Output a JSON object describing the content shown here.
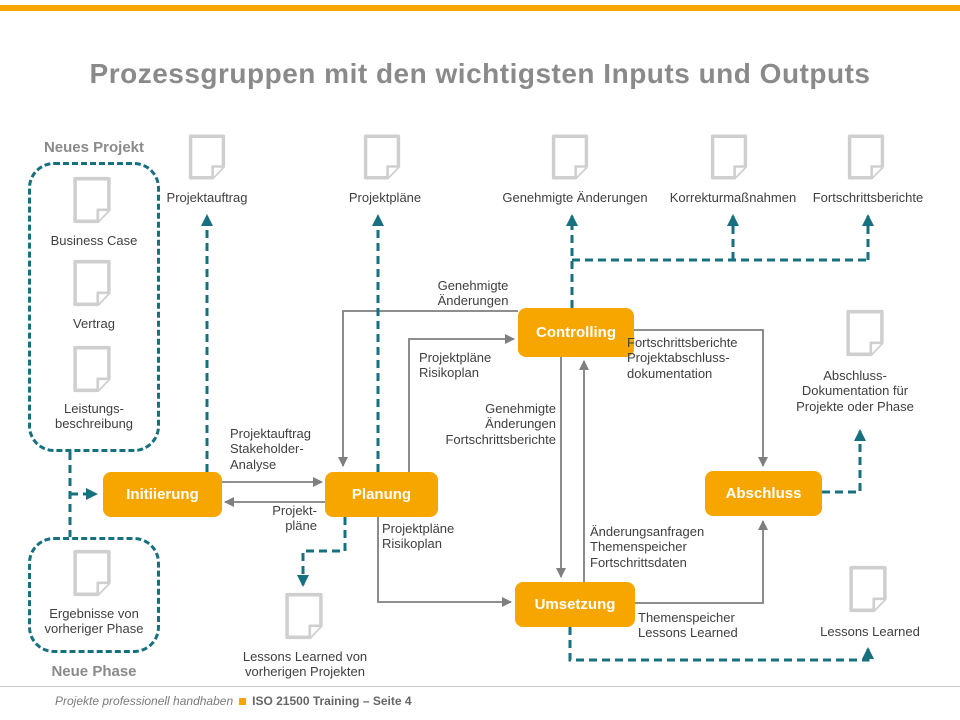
{
  "title": "Prozessgruppen mit den wichtigsten Inputs und Outputs",
  "colors": {
    "accent_orange": "#F7A600",
    "teal": "#17707F",
    "line_gray": "#7F7F7F",
    "text_dark": "#3F3F3F",
    "title_gray": "#8A8A8A",
    "doc_border": "#CFCFCF"
  },
  "process_boxes": {
    "initiierung": "Initiierung",
    "planung": "Planung",
    "controlling": "Controlling",
    "umsetzung": "Umsetzung",
    "abschluss": "Abschluss"
  },
  "groups": {
    "neues_projekt": {
      "title": "Neues Projekt",
      "docs": [
        "Business Case",
        "Vertrag",
        "Leistungs-\nbeschreibung"
      ]
    },
    "neue_phase": {
      "title": "Neue Phase",
      "doc": "Ergebnisse von\nvorheriger  Phase"
    }
  },
  "top_documents": [
    "Projektauftrag",
    "Projektpläne",
    "Genehmigte  Änderungen",
    "Korrekturmaßnahmen",
    "Fortschrittsberichte"
  ],
  "flow_labels": {
    "init_to_plan": "Projektauftrag\nStakeholder-\nAnalyse",
    "plan_to_init": "Projekt-\npläne",
    "ctrl_to_plan": "Genehmigte\nÄnderungen",
    "plan_to_ctrl": "Projektpläne\nRisikoplan",
    "plan_to_ums": "Projektpläne\nRisikoplan",
    "ctrl_to_ums": "Genehmigte\nÄnderungen\nFortschrittsberichte",
    "ums_to_ctrl": "Änderungsanfragen\nThemenspeicher\nFortschrittsdaten",
    "ctrl_to_absch": "Fortschrittsberichte\nProjektabschluss-\ndokumentation",
    "ums_to_absch": "Themenspeicher\nLessons Learned"
  },
  "side_documents": {
    "abschluss_doku": "Abschluss-\nDokumentation für\nProjekte oder Phase",
    "lessons_learned": "Lessons Learned",
    "lessons_learned_prev": "Lessons Learned  von\nvorherigen  Projekten"
  },
  "footer": {
    "left": "Projekte professionell handhaben",
    "right": "ISO 21500 Training – Seite 4"
  }
}
